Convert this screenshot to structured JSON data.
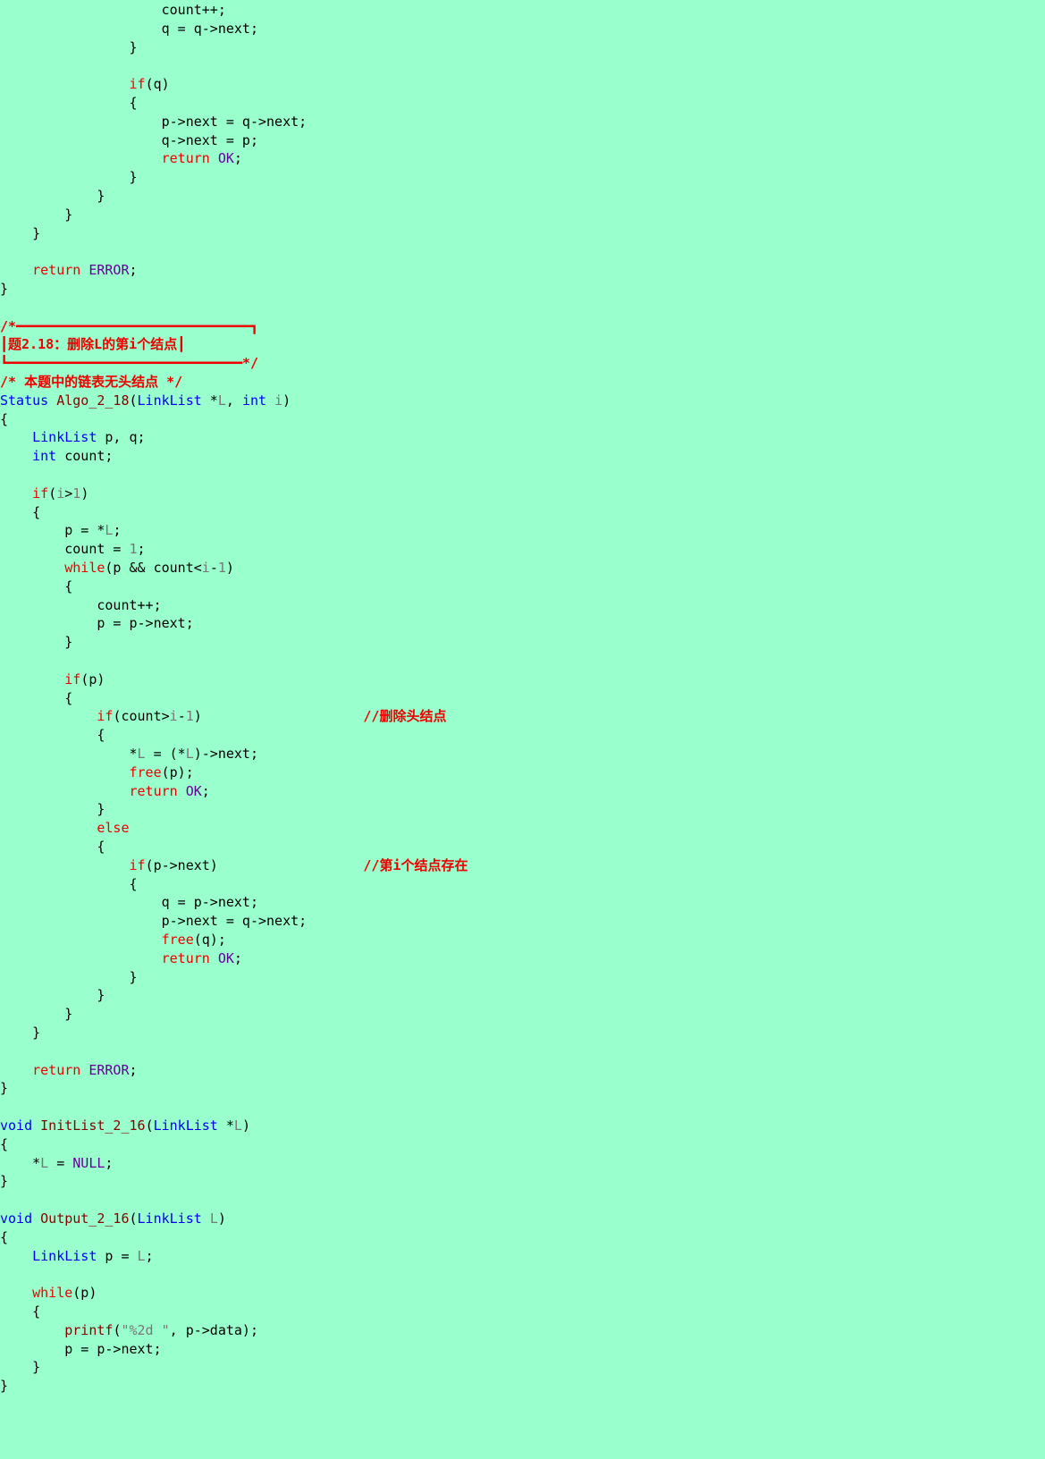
{
  "editor": {
    "background": "#99ffcc",
    "token_colors": {
      "plain": "#000000",
      "keyword": "#ee0000",
      "type": "#0000ee",
      "macro": "#660099",
      "number": "#777777",
      "param": "#777777",
      "string": "#777777",
      "comment": "#ee0000",
      "function": "#880000"
    },
    "lines": [
      [
        [
          "plain",
          "                    count++;"
        ]
      ],
      [
        [
          "plain",
          "                    q = q->next;"
        ]
      ],
      [
        [
          "plain",
          "                }"
        ]
      ],
      [],
      [
        [
          "plain",
          "                "
        ],
        [
          "kw",
          "if"
        ],
        [
          "plain",
          "(q)"
        ]
      ],
      [
        [
          "plain",
          "                {"
        ]
      ],
      [
        [
          "plain",
          "                    p->next = q->next;"
        ]
      ],
      [
        [
          "plain",
          "                    q->next = p;"
        ]
      ],
      [
        [
          "plain",
          "                    "
        ],
        [
          "kw",
          "return"
        ],
        [
          "plain",
          " "
        ],
        [
          "macro",
          "OK"
        ],
        [
          "plain",
          ";"
        ]
      ],
      [
        [
          "plain",
          "                }"
        ]
      ],
      [
        [
          "plain",
          "            }"
        ]
      ],
      [
        [
          "plain",
          "        }"
        ]
      ],
      [
        [
          "plain",
          "    }"
        ]
      ],
      [],
      [
        [
          "plain",
          "    "
        ],
        [
          "kw",
          "return"
        ],
        [
          "plain",
          " "
        ],
        [
          "macro",
          "ERROR"
        ],
        [
          "plain",
          ";"
        ]
      ],
      [
        [
          "plain",
          "}"
        ]
      ],
      [],
      [
        [
          "cmt",
          "/*━━━━━━━━━━━━━━━━━━━━━━━━━━━━━┓"
        ]
      ],
      [
        [
          "cmt",
          "┃题2.18：删除L的第i个结点┃"
        ]
      ],
      [
        [
          "cmt",
          "┗━━━━━━━━━━━━━━━━━━━━━━━━━━━━━*/"
        ]
      ],
      [
        [
          "cmt",
          "/* 本题中的链表无头结点 */"
        ]
      ],
      [
        [
          "type",
          "Status"
        ],
        [
          "plain",
          " "
        ],
        [
          "func",
          "Algo_2_18"
        ],
        [
          "plain",
          "("
        ],
        [
          "type",
          "LinkList"
        ],
        [
          "plain",
          " *"
        ],
        [
          "param",
          "L"
        ],
        [
          "plain",
          ", "
        ],
        [
          "type",
          "int"
        ],
        [
          "plain",
          " "
        ],
        [
          "param",
          "i"
        ],
        [
          "plain",
          ")"
        ]
      ],
      [
        [
          "plain",
          "{"
        ]
      ],
      [
        [
          "plain",
          "    "
        ],
        [
          "type",
          "LinkList"
        ],
        [
          "plain",
          " p, q;"
        ]
      ],
      [
        [
          "plain",
          "    "
        ],
        [
          "type",
          "int"
        ],
        [
          "plain",
          " count;"
        ]
      ],
      [],
      [
        [
          "plain",
          "    "
        ],
        [
          "kw",
          "if"
        ],
        [
          "plain",
          "("
        ],
        [
          "param",
          "i"
        ],
        [
          "plain",
          ">"
        ],
        [
          "num",
          "1"
        ],
        [
          "plain",
          ")"
        ]
      ],
      [
        [
          "plain",
          "    {"
        ]
      ],
      [
        [
          "plain",
          "        p = *"
        ],
        [
          "param",
          "L"
        ],
        [
          "plain",
          ";"
        ]
      ],
      [
        [
          "plain",
          "        count = "
        ],
        [
          "num",
          "1"
        ],
        [
          "plain",
          ";"
        ]
      ],
      [
        [
          "plain",
          "        "
        ],
        [
          "kw",
          "while"
        ],
        [
          "plain",
          "(p && count<"
        ],
        [
          "param",
          "i"
        ],
        [
          "plain",
          "-"
        ],
        [
          "num",
          "1"
        ],
        [
          "plain",
          ")"
        ]
      ],
      [
        [
          "plain",
          "        {"
        ]
      ],
      [
        [
          "plain",
          "            count++;"
        ]
      ],
      [
        [
          "plain",
          "            p = p->next;"
        ]
      ],
      [
        [
          "plain",
          "        }"
        ]
      ],
      [],
      [
        [
          "plain",
          "        "
        ],
        [
          "kw",
          "if"
        ],
        [
          "plain",
          "(p)"
        ]
      ],
      [
        [
          "plain",
          "        {"
        ]
      ],
      [
        [
          "plain",
          "            "
        ],
        [
          "kw",
          "if"
        ],
        [
          "plain",
          "(count>"
        ],
        [
          "param",
          "i"
        ],
        [
          "plain",
          "-"
        ],
        [
          "num",
          "1"
        ],
        [
          "plain",
          ")                    "
        ],
        [
          "cmt",
          "//删除头结点"
        ]
      ],
      [
        [
          "plain",
          "            {"
        ]
      ],
      [
        [
          "plain",
          "                *"
        ],
        [
          "param",
          "L"
        ],
        [
          "plain",
          " = (*"
        ],
        [
          "param",
          "L"
        ],
        [
          "plain",
          ")->next;"
        ]
      ],
      [
        [
          "plain",
          "                "
        ],
        [
          "kw",
          "free"
        ],
        [
          "plain",
          "(p);"
        ]
      ],
      [
        [
          "plain",
          "                "
        ],
        [
          "kw",
          "return"
        ],
        [
          "plain",
          " "
        ],
        [
          "macro",
          "OK"
        ],
        [
          "plain",
          ";"
        ]
      ],
      [
        [
          "plain",
          "            }"
        ]
      ],
      [
        [
          "plain",
          "            "
        ],
        [
          "kw",
          "else"
        ]
      ],
      [
        [
          "plain",
          "            {"
        ]
      ],
      [
        [
          "plain",
          "                "
        ],
        [
          "kw",
          "if"
        ],
        [
          "plain",
          "(p->next)                  "
        ],
        [
          "cmt",
          "//第i个结点存在"
        ]
      ],
      [
        [
          "plain",
          "                {"
        ]
      ],
      [
        [
          "plain",
          "                    q = p->next;"
        ]
      ],
      [
        [
          "plain",
          "                    p->next = q->next;"
        ]
      ],
      [
        [
          "plain",
          "                    "
        ],
        [
          "kw",
          "free"
        ],
        [
          "plain",
          "(q);"
        ]
      ],
      [
        [
          "plain",
          "                    "
        ],
        [
          "kw",
          "return"
        ],
        [
          "plain",
          " "
        ],
        [
          "macro",
          "OK"
        ],
        [
          "plain",
          ";"
        ]
      ],
      [
        [
          "plain",
          "                }"
        ]
      ],
      [
        [
          "plain",
          "            }"
        ]
      ],
      [
        [
          "plain",
          "        }"
        ]
      ],
      [
        [
          "plain",
          "    }"
        ]
      ],
      [],
      [
        [
          "plain",
          "    "
        ],
        [
          "kw",
          "return"
        ],
        [
          "plain",
          " "
        ],
        [
          "macro",
          "ERROR"
        ],
        [
          "plain",
          ";"
        ]
      ],
      [
        [
          "plain",
          "}"
        ]
      ],
      [],
      [
        [
          "type",
          "void"
        ],
        [
          "plain",
          " "
        ],
        [
          "func",
          "InitList_2_16"
        ],
        [
          "plain",
          "("
        ],
        [
          "type",
          "LinkList"
        ],
        [
          "plain",
          " *"
        ],
        [
          "param",
          "L"
        ],
        [
          "plain",
          ")"
        ]
      ],
      [
        [
          "plain",
          "{"
        ]
      ],
      [
        [
          "plain",
          "    *"
        ],
        [
          "param",
          "L"
        ],
        [
          "plain",
          " = "
        ],
        [
          "macro",
          "NULL"
        ],
        [
          "plain",
          ";"
        ]
      ],
      [
        [
          "plain",
          "}"
        ]
      ],
      [],
      [
        [
          "type",
          "void"
        ],
        [
          "plain",
          " "
        ],
        [
          "func",
          "Output_2_16"
        ],
        [
          "plain",
          "("
        ],
        [
          "type",
          "LinkList"
        ],
        [
          "plain",
          " "
        ],
        [
          "param",
          "L"
        ],
        [
          "plain",
          ")"
        ]
      ],
      [
        [
          "plain",
          "{"
        ]
      ],
      [
        [
          "plain",
          "    "
        ],
        [
          "type",
          "LinkList"
        ],
        [
          "plain",
          " p = "
        ],
        [
          "param",
          "L"
        ],
        [
          "plain",
          ";"
        ]
      ],
      [],
      [
        [
          "plain",
          "    "
        ],
        [
          "kw",
          "while"
        ],
        [
          "plain",
          "(p)"
        ]
      ],
      [
        [
          "plain",
          "    {"
        ]
      ],
      [
        [
          "plain",
          "        "
        ],
        [
          "func",
          "printf"
        ],
        [
          "plain",
          "("
        ],
        [
          "str",
          "\"%2d \""
        ],
        [
          "plain",
          ", p->data);"
        ]
      ],
      [
        [
          "plain",
          "        p = p->next;"
        ]
      ],
      [
        [
          "plain",
          "    }"
        ]
      ],
      [
        [
          "plain",
          "}"
        ]
      ]
    ]
  }
}
